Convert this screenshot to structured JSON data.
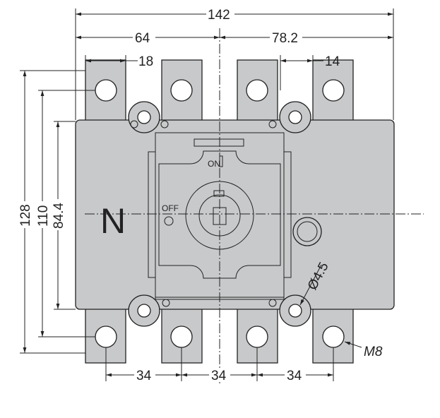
{
  "dimensions": {
    "overall_width": "142",
    "left_to_center": "64",
    "center_to_right": "78.2",
    "terminal_width": "18",
    "terminal_width_right": "14",
    "height_overall": "128",
    "height_holes": "110",
    "height_body": "84.4",
    "pitch_1": "34",
    "pitch_2": "34",
    "pitch_3": "34",
    "mount_hole": "Ø4.5",
    "thread": "M8"
  },
  "labels": {
    "pole": "N",
    "on": "ON",
    "off": "OFF"
  },
  "colors": {
    "body": "#c8c9cb",
    "line": "#222222"
  }
}
